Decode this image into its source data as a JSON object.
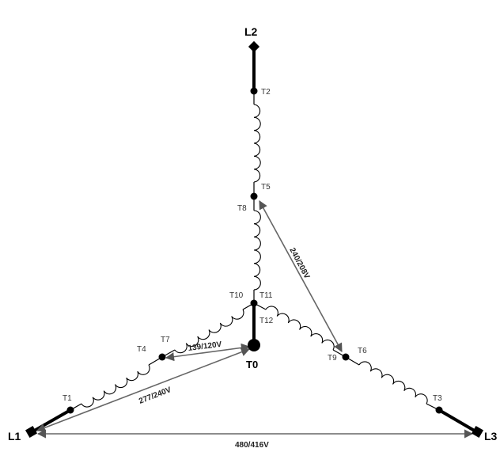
{
  "lines": {
    "l1": "L1",
    "l2": "L2",
    "l3": "L3"
  },
  "neutral": "T0",
  "terminals": {
    "t1": "T1",
    "t2": "T2",
    "t3": "T3",
    "t4": "T4",
    "t5": "T5",
    "t6": "T6",
    "t7": "T7",
    "t8": "T8",
    "t9": "T9",
    "t10": "T10",
    "t11": "T11",
    "t12": "T12"
  },
  "voltages": {
    "t7_to_t0": "139/120V",
    "l1_to_t0": "277/240V",
    "t5_to_t9": "240/208V",
    "l1_to_l3": "480/416V"
  }
}
